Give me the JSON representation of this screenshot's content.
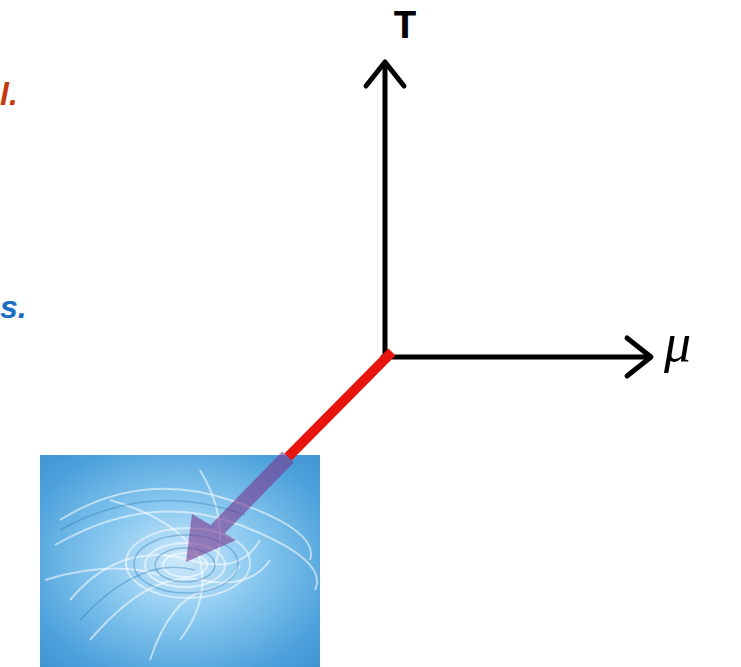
{
  "diagram": {
    "labels": [
      "l.",
      "s.",
      "T",
      "μ"
    ]
  }
}
